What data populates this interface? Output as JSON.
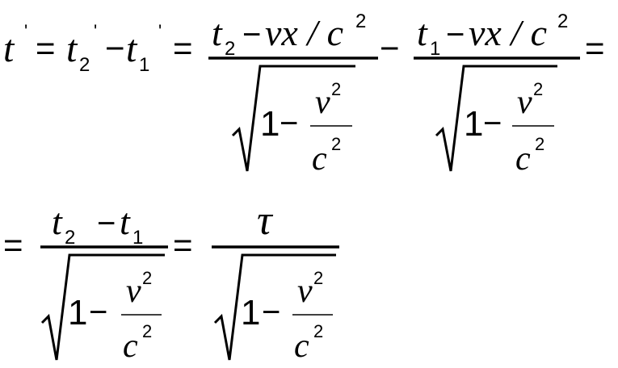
{
  "equation": {
    "line1": {
      "lhs": {
        "var": "t",
        "prime": "'"
      },
      "eq1": "=",
      "term_a": {
        "var": "t",
        "sub": "2",
        "prime": "'"
      },
      "minus1": "−",
      "term_b": {
        "var": "t",
        "sub": "1",
        "prime": "'"
      },
      "eq2": "=",
      "frac1": {
        "num_t": "t",
        "num_sub": "2",
        "num_minus": "−",
        "num_rest": "vx / c",
        "num_sup": "2",
        "den_one": "1",
        "den_minus": "−",
        "den_v": "v",
        "den_v_sup": "2",
        "den_c": "c",
        "den_c_sup": "2"
      },
      "minus2": "−",
      "frac2": {
        "num_t": "t",
        "num_sub": "1",
        "num_minus": "−",
        "num_rest": "vx / c",
        "num_sup": "2",
        "den_one": "1",
        "den_minus": "−",
        "den_v": "v",
        "den_v_sup": "2",
        "den_c": "c",
        "den_c_sup": "2"
      },
      "eq3": "="
    },
    "line2": {
      "eq0": "=",
      "frac3": {
        "num_t2": "t",
        "num_sub2": "2",
        "num_minus": "−",
        "num_t1": "t",
        "num_sub1": "1",
        "den_one": "1",
        "den_minus": "−",
        "den_v": "v",
        "den_v_sup": "2",
        "den_c": "c",
        "den_c_sup": "2"
      },
      "eq1": "=",
      "frac4": {
        "num_tau": "τ",
        "den_one": "1",
        "den_minus": "−",
        "den_v": "v",
        "den_v_sup": "2",
        "den_c": "c",
        "den_c_sup": "2"
      }
    }
  }
}
